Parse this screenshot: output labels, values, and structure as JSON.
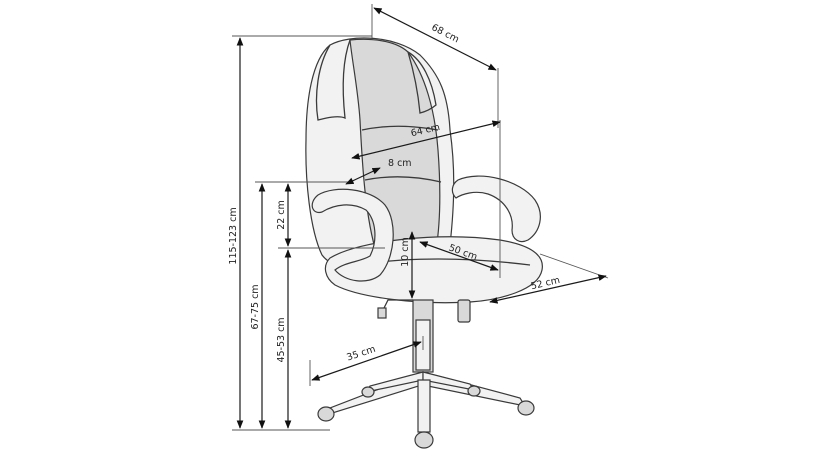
{
  "dimensions": {
    "total_height": "115-123 cm",
    "armrest_height": "67-75 cm",
    "seat_height": "45-53 cm",
    "backrest_above_seat": "22 cm",
    "depth": "68 cm",
    "backrest_width": "64 cm",
    "lumbar_depth": "8 cm",
    "seat_thickness": "10 cm",
    "seat_depth": "50 cm",
    "seat_width": "52 cm",
    "base_radius": "35 cm"
  }
}
